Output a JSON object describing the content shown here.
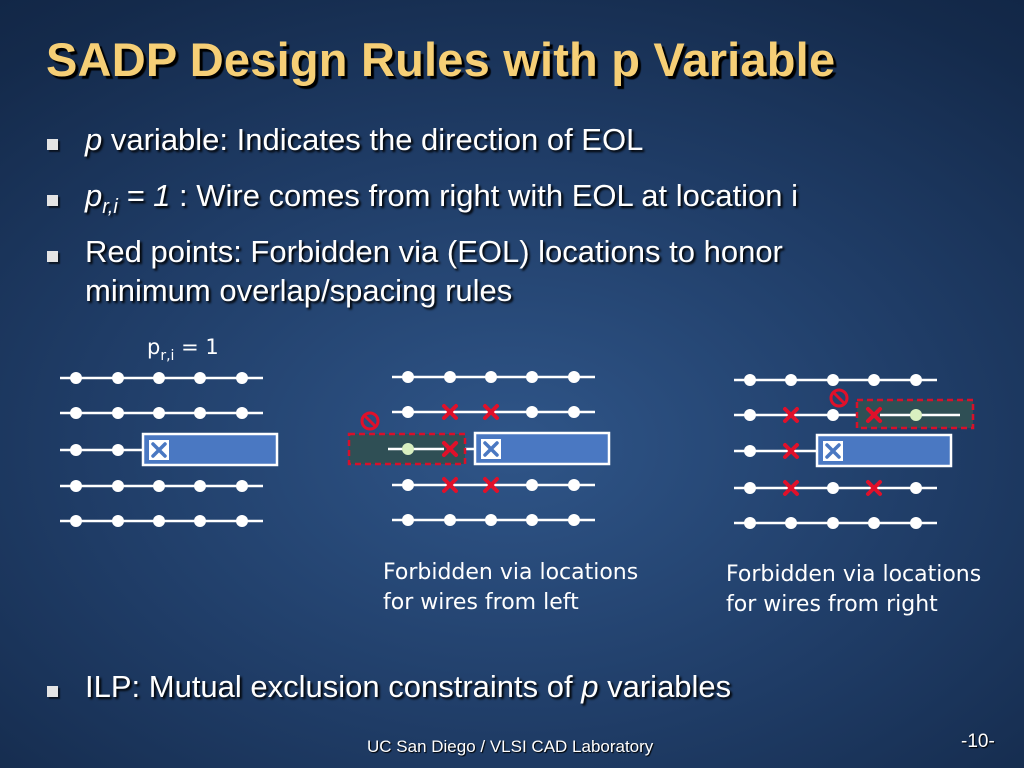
{
  "title": "SADP Design Rules with p Variable",
  "bullets": [
    {
      "italic": "p",
      "rest": " variable: Indicates the direction of EOL"
    },
    {
      "italic": "p",
      "sub": "r,i",
      "eq": " = 1",
      "rest": " : Wire comes from right with EOL at location i"
    },
    {
      "line1": "Red points: Forbidden via (EOL) locations to honor",
      "line2": "minimum overlap/spacing rules"
    }
  ],
  "diagram_label": {
    "p": "p",
    "sub": "r,i",
    "eq": " = 1"
  },
  "captions": {
    "left": [
      "Forbidden via locations",
      "for wires from left"
    ],
    "right": [
      "Forbidden via locations",
      "for wires from right"
    ]
  },
  "ilp_bullet": {
    "before": "ILP: Mutual exclusion constraints of ",
    "italic": "p",
    "after": " variables"
  },
  "footer": "UC San Diego / VLSI CAD Laboratory",
  "page_number": "-10-",
  "colors": {
    "title": "#f6cf76",
    "wire_fill": "#4a78c2",
    "forbidden_mark": "#e0102a",
    "forbidden_wire_outline": "#d8102a",
    "track_line": "#ffffff"
  },
  "icons": {
    "bullet": "square-bullet",
    "via": "via-cross-icon",
    "forbidden": "red-x-icon",
    "no_entry": "prohibited-icon"
  }
}
